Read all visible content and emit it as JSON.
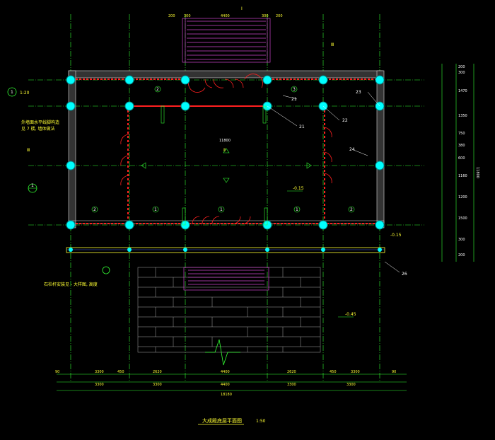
{
  "title": "大成殿底层平面图",
  "scale": "1:50",
  "detail_scale": "1:20",
  "bubble_1": "1",
  "bubble_2": "1",
  "grid_label": "I",
  "markers": [
    "Ⅲ",
    "Ⅱ",
    "Ⅲ"
  ],
  "note_left": [
    "外墙面水平线脚构造",
    "见 7 楼, 墙体做法"
  ],
  "note_bottom": "石栏杆安装见 - 大样图, 高度",
  "top_dims": [
    "200",
    "300",
    "4400",
    "300",
    "200"
  ],
  "bottom_dims_row1": [
    "90",
    "3300",
    "450",
    "2620",
    "4400",
    "2620",
    "450",
    "3300",
    "90"
  ],
  "bottom_dims_row2": [
    "3300",
    "3300",
    "4400",
    "3300",
    "3300"
  ],
  "bottom_total": "18180",
  "inner_dim": "11800",
  "right_total": "11800",
  "right_dims": [
    "200",
    "300",
    "1470",
    "1350",
    "750",
    "380",
    "600",
    "1160",
    "1200",
    "1500",
    "300",
    "200"
  ],
  "level_labels": [
    "-0.15",
    "-0.15",
    "-0.45"
  ],
  "callouts": [
    "21",
    "21",
    "22",
    "23",
    "24",
    "26"
  ],
  "circle_nums": [
    "2",
    "3",
    "1",
    "1",
    "1",
    "2",
    "2"
  ],
  "colors": {
    "grid": "#33ff33",
    "wall_red": "#ff2020",
    "column": "#00ffff",
    "stair": "#cc44cc",
    "pavement": "#aaaaaa",
    "text_yellow": "#ffff33",
    "blue": "#4466ff"
  }
}
